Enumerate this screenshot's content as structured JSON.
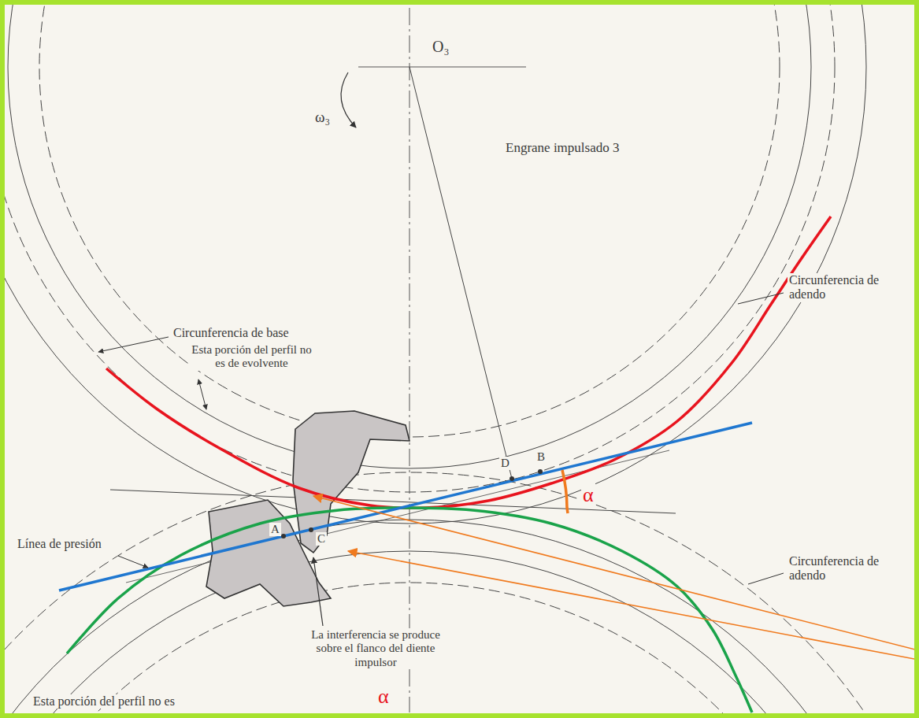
{
  "diagram": {
    "labels": [
      "O₃",
      "ω₃",
      "Engrane impulsado 3",
      "Circunferencia de base",
      "Esta porción del perfil no es de evolvente",
      "D",
      "B",
      "α",
      "Circunferencia de adendo",
      "Línea de presión",
      "Circunferencia de adendo",
      "A",
      "C",
      "La interferencia se produce sobre el flanco del diente impulsor",
      "α",
      "Esta porción del perfil no es"
    ]
  }
}
